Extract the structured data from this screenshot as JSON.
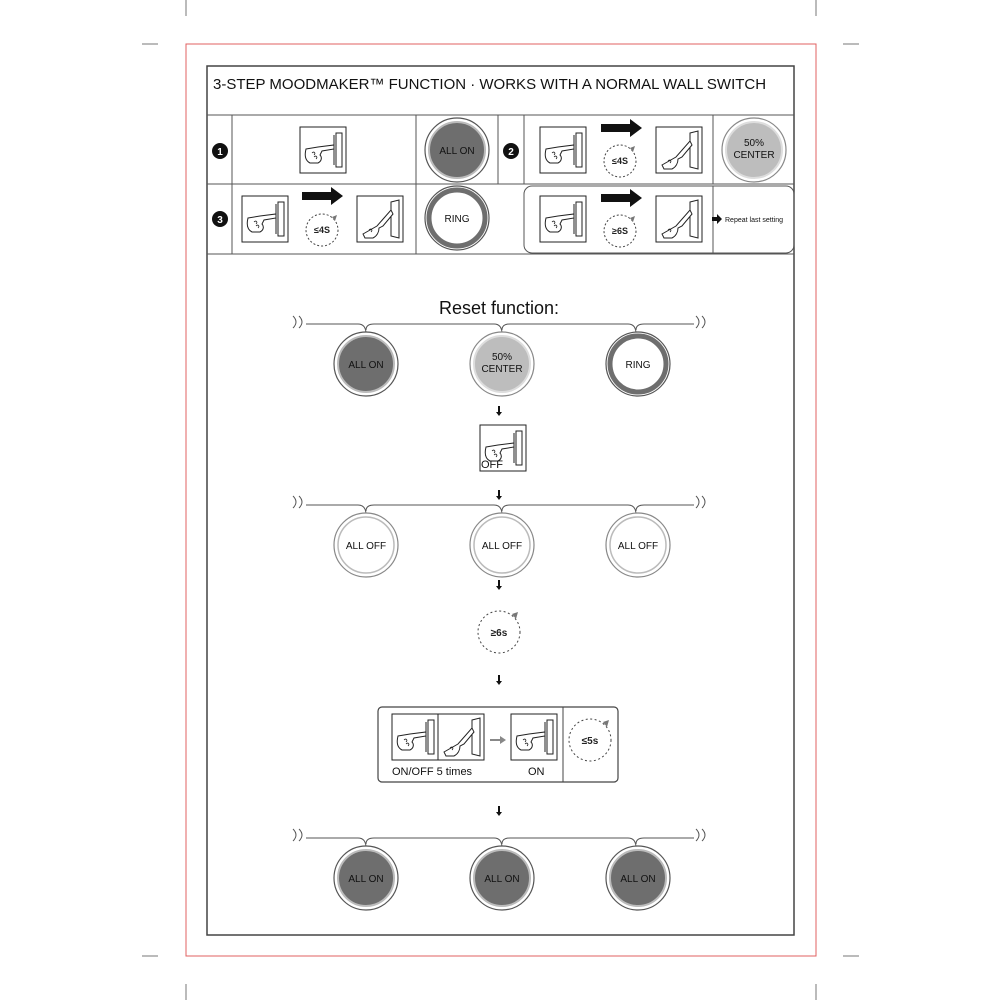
{
  "header": {
    "title": "3-STEP MOODMAKER™ FUNCTION · WORKS WITH A NORMAL WALL SWITCH"
  },
  "steps": {
    "step1": {
      "number": "1",
      "result": "ALL ON"
    },
    "step2": {
      "number": "2",
      "timer": "≤4S",
      "result_line1": "50%",
      "result_line2": "CENTER"
    },
    "step3": {
      "number": "3",
      "timer": "≤4S",
      "result": "RING"
    },
    "step4": {
      "timer": "≥6S",
      "note": "Repeat last setting"
    }
  },
  "reset": {
    "title": "Reset function:",
    "row1": {
      "left": "ALL ON",
      "center_line1": "50%",
      "center_line2": "CENTER",
      "right": "RING"
    },
    "switch_off_label": "OFF",
    "row2": {
      "left": "ALL OFF",
      "center": "ALL OFF",
      "right": "ALL OFF"
    },
    "wait_timer": "≥6s",
    "sequence": {
      "onoff_label": "ON/OFF 5 times",
      "on_label": "ON",
      "timer": "≤5s"
    },
    "row3": {
      "left": "ALL ON",
      "center": "ALL ON",
      "right": "ALL ON"
    }
  },
  "colors": {
    "dark_fill": "#6e6e6e",
    "gray_fill": "#bdbdbd",
    "frame_red": "#e06060",
    "line": "#444444"
  }
}
